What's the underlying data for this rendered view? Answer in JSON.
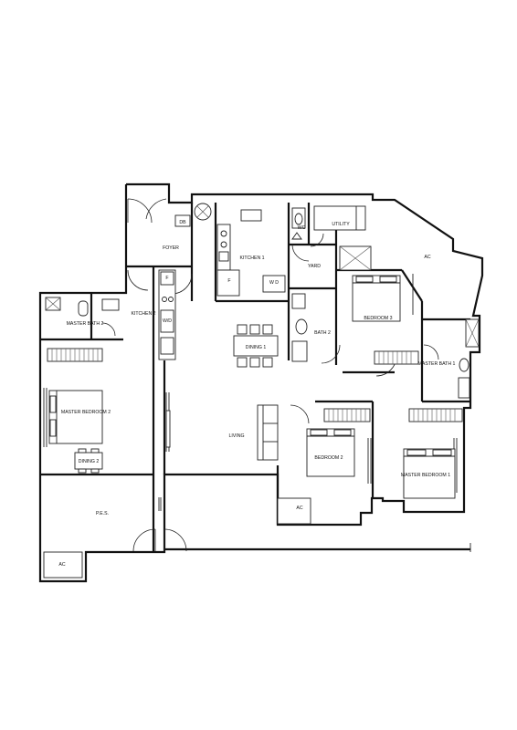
{
  "rooms": {
    "foyer": "FOYER",
    "db": "DB",
    "utility": "UTILITY",
    "wc": "WC",
    "kitchen_1": "KITCHEN 1",
    "yard": "YARD",
    "ac_top": "AC",
    "kitchen_2": "KITCHEN 2",
    "wd_kitchen2": "W/D",
    "wd_kitchen1": "W D",
    "f_kitchen1": "F",
    "f_kitchen2": "F",
    "master_bath_2": "MASTER BATH 2",
    "bath_2": "BATH 2",
    "bedroom_3": "BEDROOM 3",
    "dining_1": "DINING 1",
    "master_bath_1": "MASTER BATH 1",
    "master_bedroom_2": "MASTER BEDROOM 2",
    "living": "LIVING",
    "bedroom_2": "BEDROOM 2",
    "master_bedroom_1": "MASTER BEDROOM 1",
    "dining_2": "DINING 2",
    "ac_mid": "AC",
    "pes": "P.E.S.",
    "ac_bottom": "AC"
  },
  "colors": {
    "line": "#111111",
    "background": "#ffffff",
    "watermark": "#d8d8d8"
  }
}
